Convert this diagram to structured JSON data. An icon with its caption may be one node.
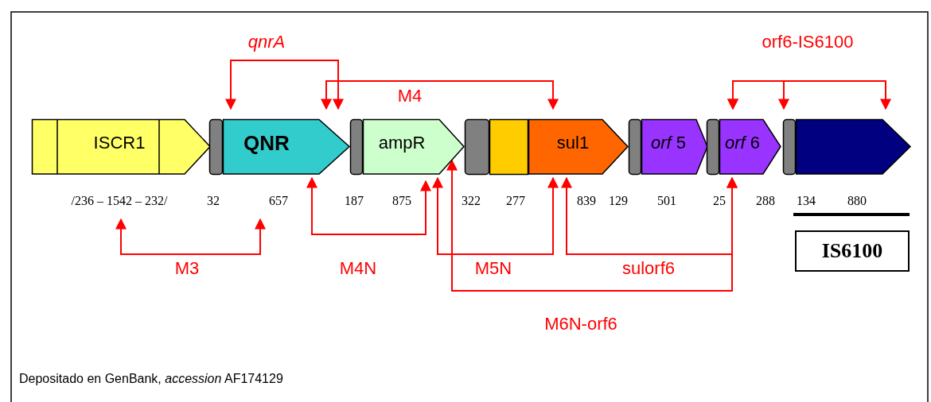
{
  "diagram": {
    "caption": "Depositado en GenBank, *accession* AF174129",
    "nodes": [
      {
        "text": [
          "ISCR1"
        ]
      },
      {
        "text": [],
        "shape": "box"
      },
      {
        "text": [
          "QNR"
        ]
      },
      {
        "text": [],
        "shape": "box"
      },
      {
        "text": [
          "ampR"
        ]
      },
      {
        "text": [],
        "shape": "box"
      },
      {
        "text": [],
        "shape": "box"
      },
      {
        "text": [
          "sul1"
        ]
      },
      {
        "text": [],
        "shape": "box"
      },
      {
        "text": [
          "*orf* 5"
        ]
      },
      {
        "text": [],
        "shape": "box"
      },
      {
        "text": [
          "*orf* 6"
        ]
      },
      {
        "text": [],
        "shape": "box"
      },
      {
        "text": [],
        "shape": "arrow"
      },
      {
        "text": [
          "IS6100"
        ]
      }
    ],
    "edges": [
      {
        "from": 2,
        "to": 2,
        "arrow": "both",
        "label": "qnrA"
      },
      {
        "from": 11,
        "to": 12,
        "arrow": "both"
      },
      {
        "from": 11,
        "to": 13,
        "arrow": "both",
        "label": "orf6-IS6100"
      },
      {
        "from": 2,
        "to": 7,
        "arrow": "both",
        "label": "M4"
      },
      {
        "from": 0,
        "to": 2,
        "arrow": "both",
        "label": "M3"
      },
      {
        "from": 2,
        "to": 4,
        "arrow": "both",
        "label": "M4N"
      },
      {
        "from": 4,
        "to": 7,
        "arrow": "both",
        "label": "M5N"
      },
      {
        "from": 7,
        "to": 11,
        "arrow": "both",
        "label": "sulorf6"
      },
      {
        "from": 4,
        "to": 11,
        "arrow": "both",
        "label": "M6N-orf6"
      }
    ],
    "labels": [
      "/236 – 1542 – 232/",
      "32",
      "657",
      "187",
      "875",
      "322",
      "277",
      "839",
      "129",
      "501",
      "25",
      "288",
      "134",
      "880"
    ]
  }
}
